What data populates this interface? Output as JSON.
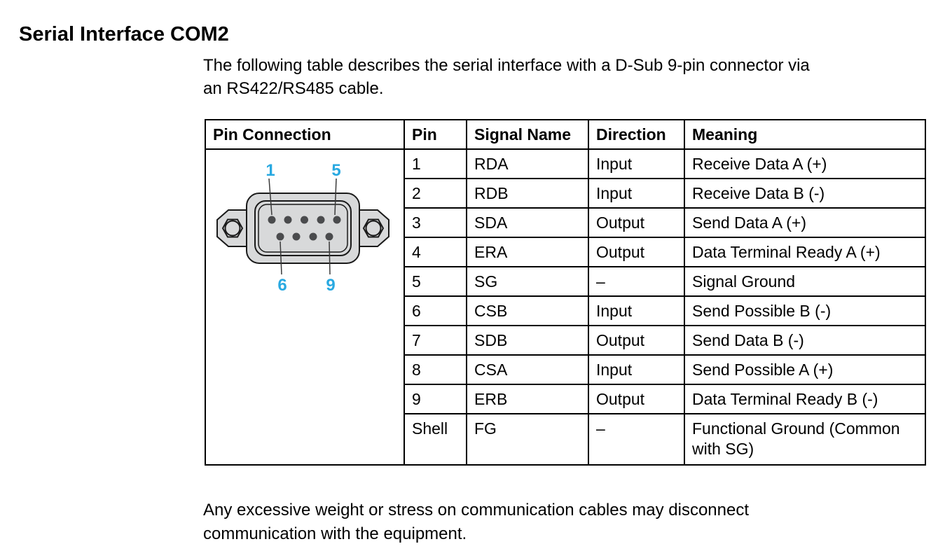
{
  "page": {
    "title": "Serial Interface COM2",
    "intro_lines": [
      "The following table describes the serial interface with a D-Sub 9-pin connector via",
      "an RS422/RS485 cable."
    ],
    "footer_lines": [
      "Any excessive weight or stress on communication cables may disconnect",
      "communication with the equipment."
    ]
  },
  "table": {
    "headers": [
      "Pin Connection",
      "Pin",
      "Signal Name",
      "Direction",
      "Meaning"
    ],
    "rows": [
      {
        "pin": "1",
        "signal": "RDA",
        "direction": "Input",
        "meaning": "Receive Data A (+)"
      },
      {
        "pin": "2",
        "signal": "RDB",
        "direction": "Input",
        "meaning": "Receive Data B (-)"
      },
      {
        "pin": "3",
        "signal": "SDA",
        "direction": "Output",
        "meaning": "Send Data A (+)"
      },
      {
        "pin": "4",
        "signal": "ERA",
        "direction": "Output",
        "meaning": "Data Terminal Ready A (+)"
      },
      {
        "pin": "5",
        "signal": "SG",
        "direction": "–",
        "meaning": "Signal Ground"
      },
      {
        "pin": "6",
        "signal": "CSB",
        "direction": "Input",
        "meaning": "Send Possible B (-)"
      },
      {
        "pin": "7",
        "signal": "SDB",
        "direction": "Output",
        "meaning": "Send Data B (-)"
      },
      {
        "pin": "8",
        "signal": "CSA",
        "direction": "Input",
        "meaning": "Send Possible A (+)"
      },
      {
        "pin": "9",
        "signal": "ERB",
        "direction": "Output",
        "meaning": "Data Terminal Ready B (-)"
      },
      {
        "pin": "Shell",
        "signal": "FG",
        "direction": "–",
        "meaning": "Functional Ground (Common with SG)"
      }
    ]
  },
  "connector": {
    "labels": {
      "top_left": "1",
      "top_right": "5",
      "bottom_left": "6",
      "bottom_right": "9"
    },
    "colors": {
      "label": "#29a9e1",
      "body": "#d8d9da",
      "pin": "#4a4b4d",
      "outline": "#1a1a1a",
      "leader_line": "#3a3a3a"
    }
  }
}
